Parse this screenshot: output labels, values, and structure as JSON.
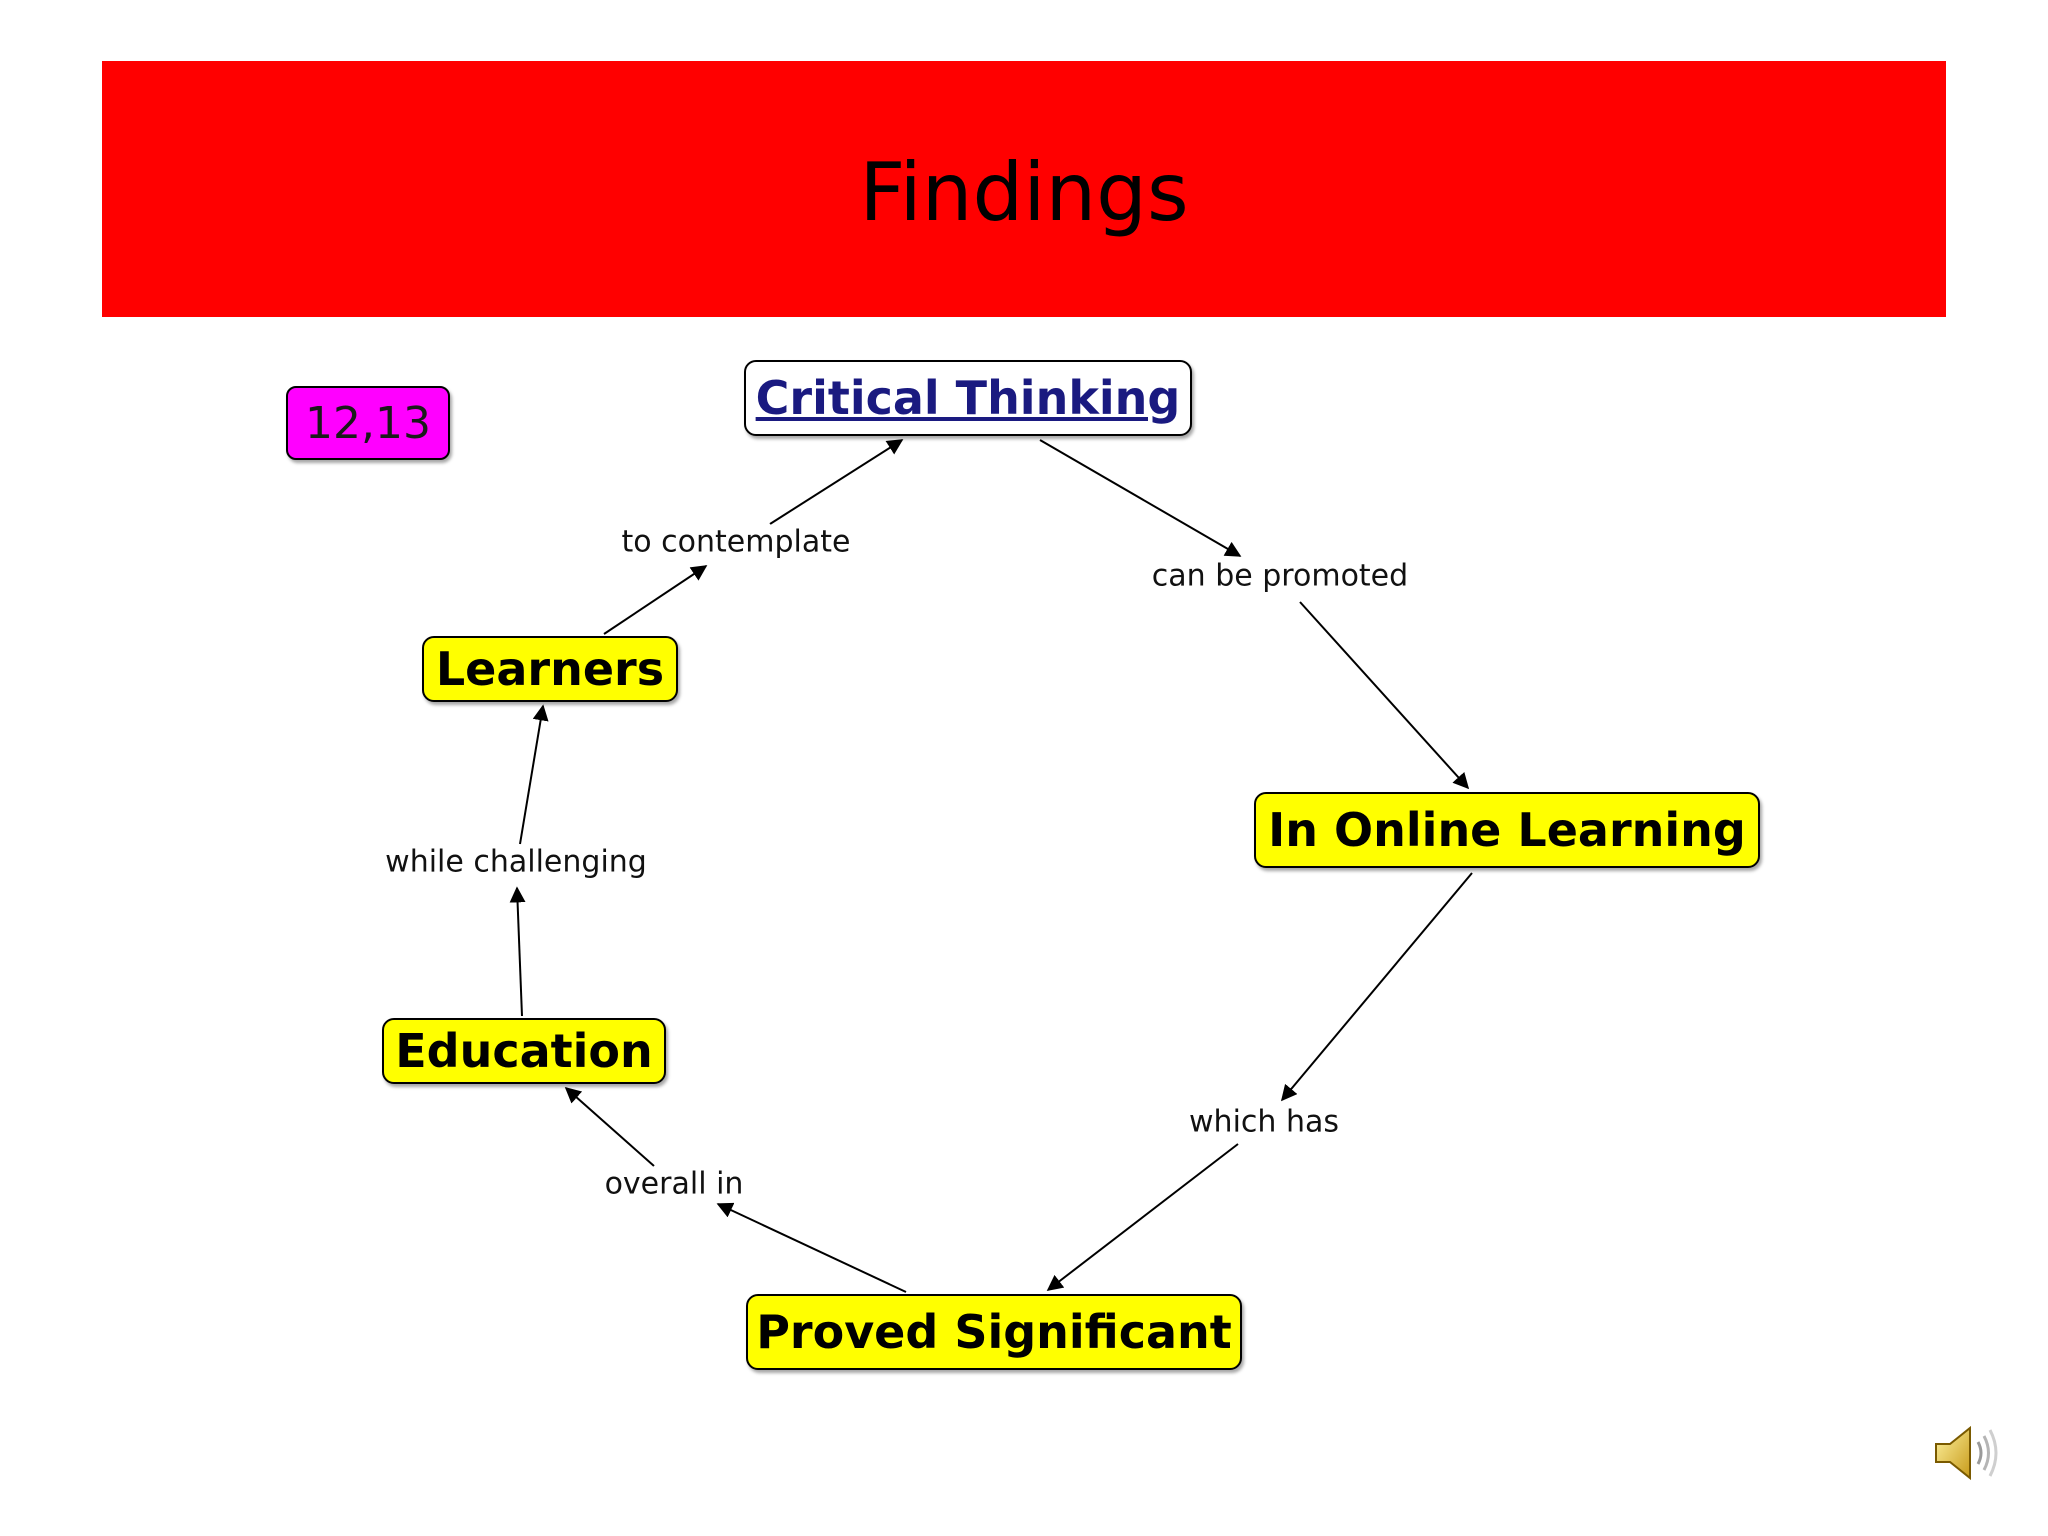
{
  "slide": {
    "title": "Findings",
    "badge": "12,13"
  },
  "colors": {
    "title_bar": "#ff0000",
    "node_fill": "#ffff00",
    "badge_fill": "#ff00ff",
    "link_text": "#1a1a80"
  },
  "concept_map": {
    "nodes": {
      "critical_thinking": "Critical Thinking",
      "online_learning": "In Online Learning",
      "proved_significant": "Proved Significant",
      "education": "Education",
      "learners": "Learners"
    },
    "links": {
      "can_be_promoted": "can be promoted",
      "which_has": "which has",
      "overall_in": "overall in",
      "while_challenging": "while challenging",
      "to_contemplate": "to contemplate"
    }
  },
  "icons": {
    "speaker": "speaker-icon"
  }
}
